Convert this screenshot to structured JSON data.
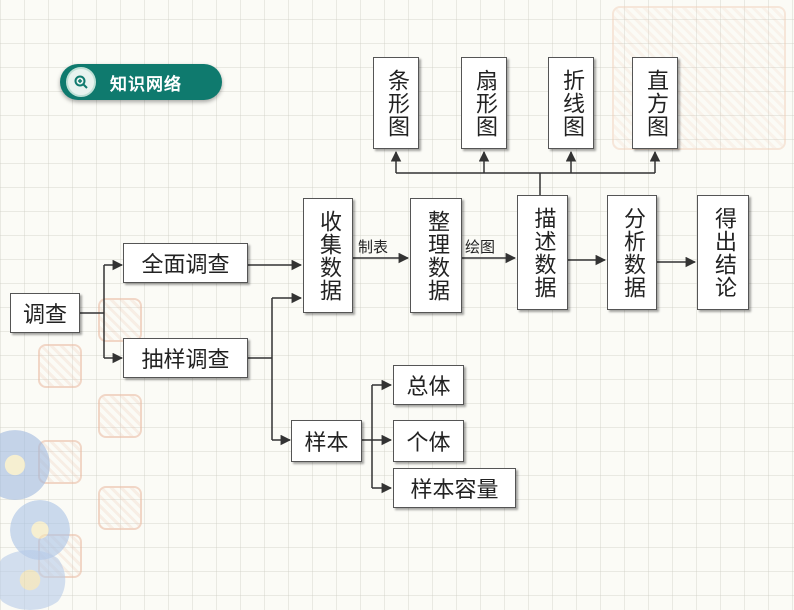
{
  "header": {
    "label": "知识网络"
  },
  "diagram": {
    "root": "调查",
    "methods": [
      "全面调查",
      "抽样调查"
    ],
    "steps": [
      "收集数据",
      "整理数据",
      "描述数据",
      "分析数据",
      "得出结论"
    ],
    "step_labels": {
      "collect_to_organize": "制表",
      "organize_to_describe": "绘图"
    },
    "charts": [
      "条形图",
      "扇形图",
      "折线图",
      "直方图"
    ],
    "sample": "样本",
    "sample_parts": [
      "总体",
      "个体",
      "样本容量"
    ]
  },
  "colors": {
    "badge": "#0f7a6e",
    "box_border": "#555555",
    "arrow": "#333333"
  }
}
